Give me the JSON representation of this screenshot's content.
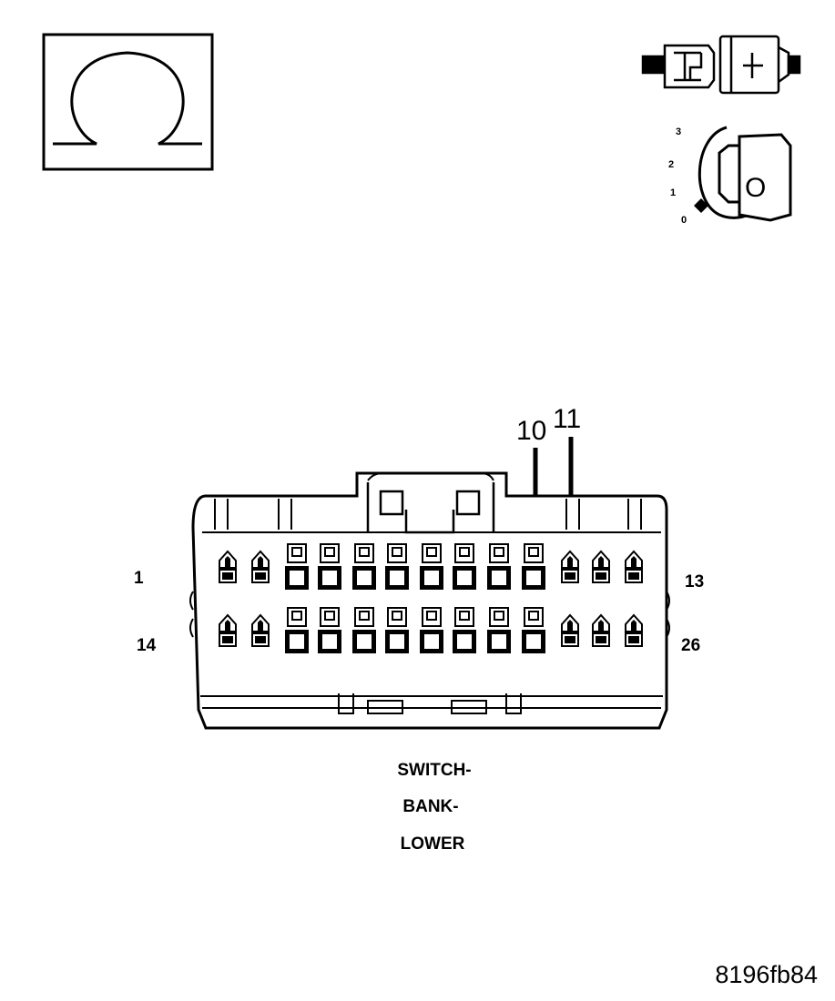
{
  "meter_symbol": "Ω",
  "ignition": {
    "positions": [
      "3",
      "2",
      "1",
      "0"
    ],
    "key_symbol": "O"
  },
  "connector": {
    "name_lines": [
      "SWITCH-",
      "BANK-",
      "LOWER"
    ],
    "row_labels": {
      "top_left": "1",
      "top_right": "13",
      "bottom_left": "14",
      "bottom_right": "26"
    },
    "probe_pins": [
      "10",
      "11"
    ]
  },
  "figure_id": "8196fb84"
}
